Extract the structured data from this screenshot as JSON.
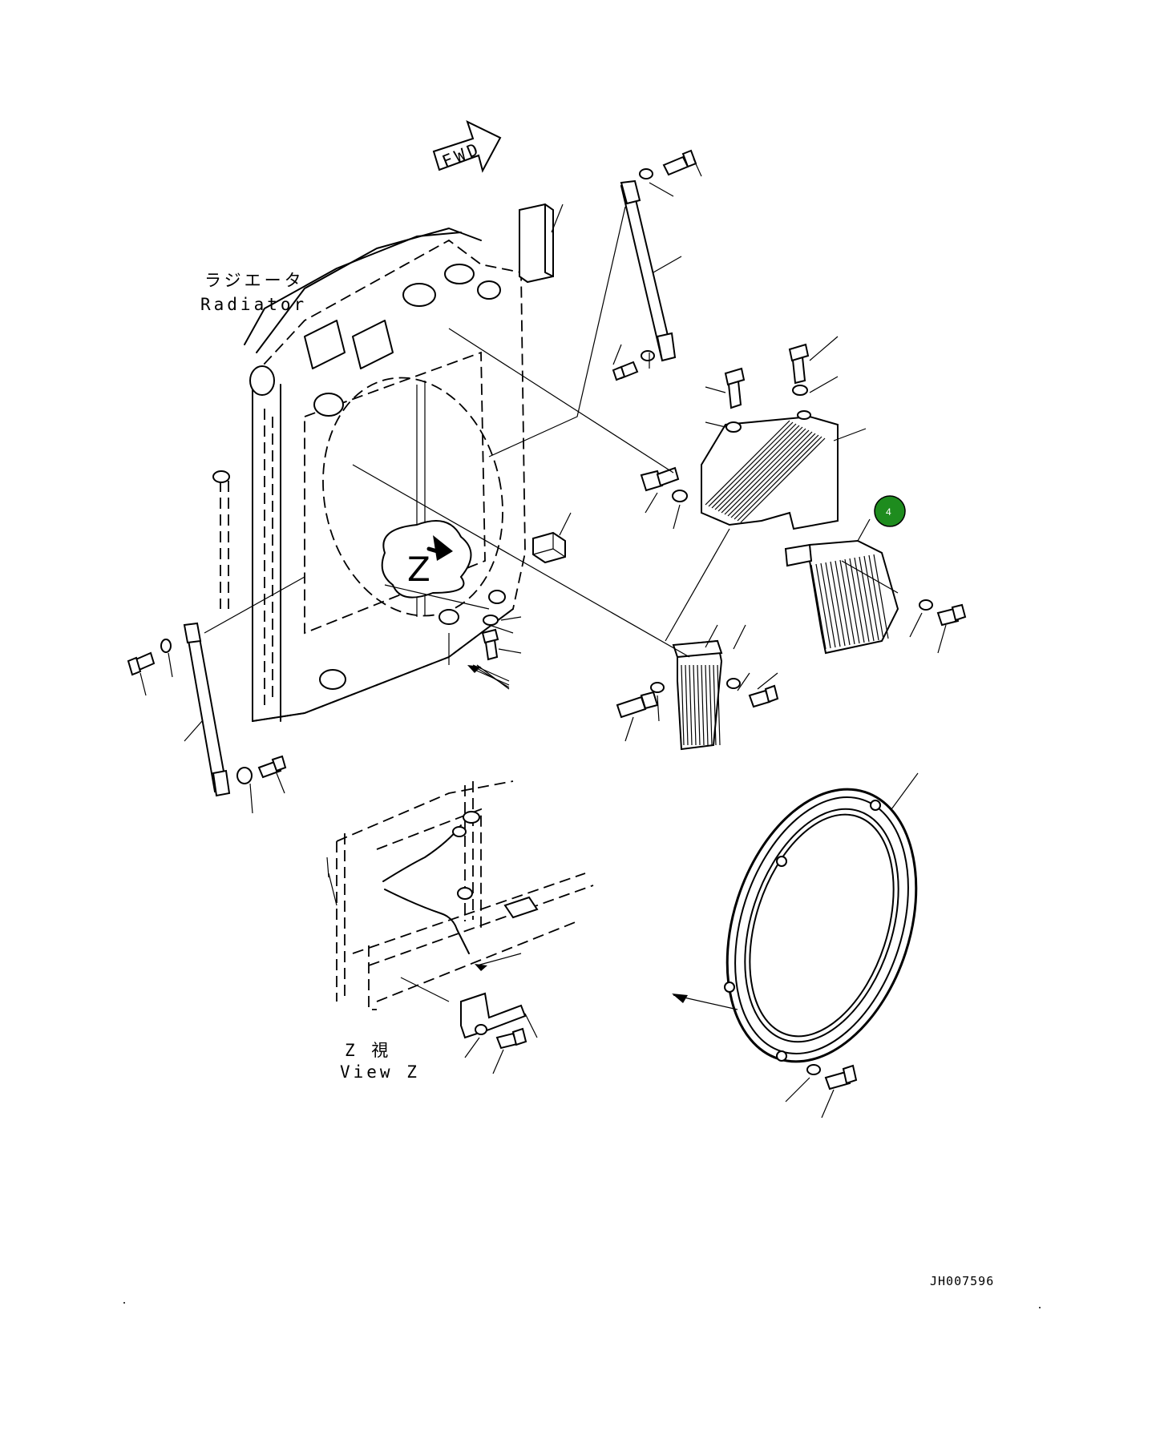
{
  "labels": {
    "radiator_jp": "ラジエータ",
    "radiator_en": "Radiator",
    "fwd": "FWD",
    "z_letter": "Z",
    "view_jp": "Z  視",
    "view_en": "View Z",
    "drawing_code": "JH007596"
  },
  "marker": {
    "number": "4",
    "color": "#1e8c1e"
  }
}
